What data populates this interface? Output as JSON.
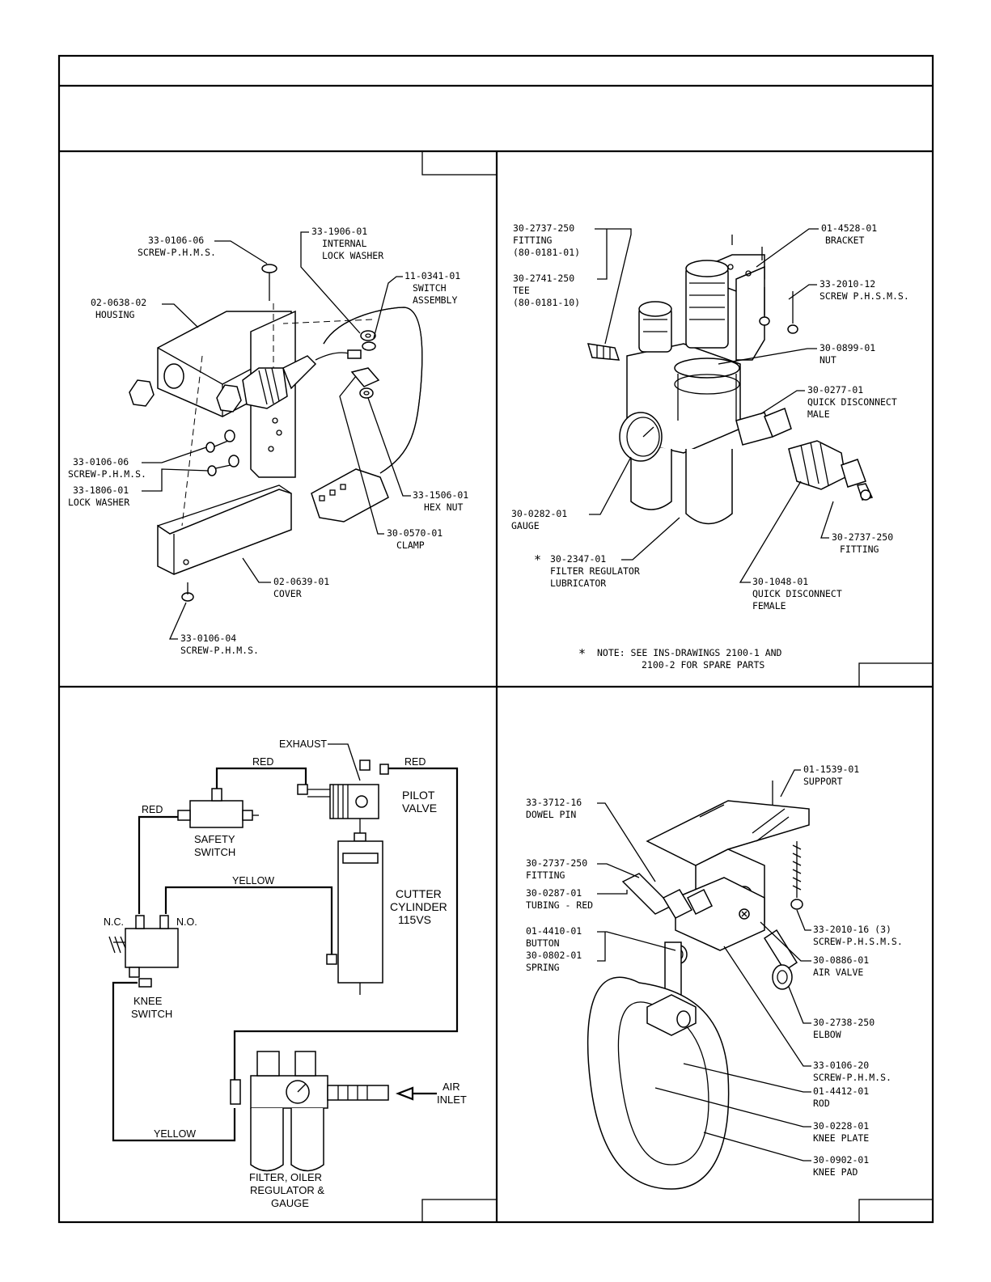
{
  "header": {
    "title": "",
    "subtitle": ""
  },
  "panel_tl": {
    "callouts": [
      {
        "part": "33-0106-06",
        "desc": "SCREW-P.H.M.S."
      },
      {
        "part": "33-1906-01",
        "desc": "INTERNAL",
        "desc2": "LOCK WASHER"
      },
      {
        "part": "11-0341-01",
        "desc": "SWITCH",
        "desc2": "ASSEMBLY"
      },
      {
        "part": "02-0638-02",
        "desc": "HOUSING"
      },
      {
        "part": "33-0106-06",
        "desc": "SCREW-P.H.M.S."
      },
      {
        "part": "33-1806-01",
        "desc": "LOCK WASHER"
      },
      {
        "part": "33-1506-01",
        "desc": "HEX NUT"
      },
      {
        "part": "30-0570-01",
        "desc": "CLAMP"
      },
      {
        "part": "02-0639-01",
        "desc": "COVER"
      },
      {
        "part": "33-0106-04",
        "desc": "SCREW-P.H.M.S."
      }
    ]
  },
  "panel_tr": {
    "callouts": [
      {
        "part": "30-2737-250",
        "desc": "FITTING",
        "desc2": "(80-0181-01)"
      },
      {
        "part": "30-2741-250",
        "desc": "TEE",
        "desc2": "(80-0181-10)"
      },
      {
        "part": "01-4528-01",
        "desc": "BRACKET"
      },
      {
        "part": "33-2010-12",
        "desc": "SCREW P.H.S.M.S."
      },
      {
        "part": "30-0899-01",
        "desc": "NUT"
      },
      {
        "part": "30-0277-01",
        "desc": "QUICK DISCONNECT",
        "desc2": "MALE"
      },
      {
        "part": "30-0282-01",
        "desc": "GAUGE"
      },
      {
        "part": "30-2347-01",
        "desc": "FILTER REGULATOR",
        "desc2": "LUBRICATOR",
        "mark": "*"
      },
      {
        "part": "30-2737-250",
        "desc": "FITTING"
      },
      {
        "part": "30-1048-01",
        "desc": "QUICK DISCONNECT",
        "desc2": "FEMALE"
      }
    ],
    "note_mark": "*",
    "note_line1": "NOTE: SEE INS-DRAWINGS 2100-1 AND",
    "note_line2": "2100-2 FOR SPARE PARTS"
  },
  "panel_bl": {
    "labels": {
      "exhaust": "EXHAUST",
      "red_top": "RED",
      "red_right": "RED",
      "red_left": "RED",
      "pilot": "PILOT",
      "valve": "VALVE",
      "safety": "SAFETY",
      "switch": "SWITCH",
      "yellow_top": "YELLOW",
      "cutter": "CUTTER",
      "cylinder": "CYLINDER",
      "model": "115VS",
      "nc": "N.C.",
      "no": "N.O.",
      "knee": "KNEE",
      "knee_switch": "SWITCH",
      "air": "AIR",
      "inlet": "INLET",
      "yellow_bottom": "YELLOW",
      "filter1": "FILTER, OILER",
      "filter2": "REGULATOR &",
      "filter3": "GAUGE"
    }
  },
  "panel_br": {
    "callouts": [
      {
        "part": "01-1539-01",
        "desc": "SUPPORT"
      },
      {
        "part": "33-3712-16",
        "desc": "DOWEL PIN"
      },
      {
        "part": "30-2737-250",
        "desc": "FITTING"
      },
      {
        "part": "30-0287-01",
        "desc": "TUBING - RED"
      },
      {
        "part": "01-4410-01",
        "desc": "BUTTON"
      },
      {
        "part": "30-0802-01",
        "desc": "SPRING"
      },
      {
        "part": "33-2010-16 (3)",
        "desc": "SCREW-P.H.S.M.S."
      },
      {
        "part": "30-0886-01",
        "desc": "AIR VALVE"
      },
      {
        "part": "30-2738-250",
        "desc": "ELBOW"
      },
      {
        "part": "33-0106-20",
        "desc": "SCREW-P.H.M.S."
      },
      {
        "part": "01-4412-01",
        "desc": "ROD"
      },
      {
        "part": "30-0228-01",
        "desc": "KNEE PLATE"
      },
      {
        "part": "30-0902-01",
        "desc": "KNEE PAD"
      }
    ]
  }
}
